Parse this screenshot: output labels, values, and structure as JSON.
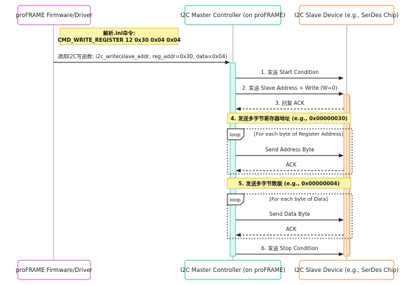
{
  "actors": {
    "firmware": {
      "label": "proFRAME Firmware/Driver",
      "color": "#d86fe0"
    },
    "master": {
      "label": "I2C Master Controller (on proFRAME)",
      "color": "#4ccfb6"
    },
    "slave": {
      "label": "I2C Slave Device (e.g., SerDes Chip)",
      "color": "#f2a35c"
    }
  },
  "notes": {
    "parse_line1": "解析.ini命令:",
    "parse_line2": "CMD_WRITE_REGISTER 12 0x30 0x04 0x04",
    "send_addr": "4. 发送多字节寄存器地址 (e.g., 0x00000030)",
    "send_data": "5. 发送多字节数据 (e.g., 0x00000004)"
  },
  "messages": {
    "call_write": "调用I2C写函数: i2c_write(slave_addr, reg_addr=0x30, data=0x04)",
    "start": "1. 发送 Start Condition",
    "slave_addr": "2. 发送 Slave Address + Write (W=0)",
    "ack_reply": "3. 回复 ACK",
    "send_addr_byte": "Send Address Byte",
    "ack1": "ACK",
    "send_data_byte": "Send Data Byte",
    "ack2": "ACK",
    "stop": "6. 发送 Stop Condition"
  },
  "loops": {
    "tag": "loop",
    "addr_cond": "[For each byte of Register Address]",
    "data_cond": "[For each byte of Data]"
  }
}
